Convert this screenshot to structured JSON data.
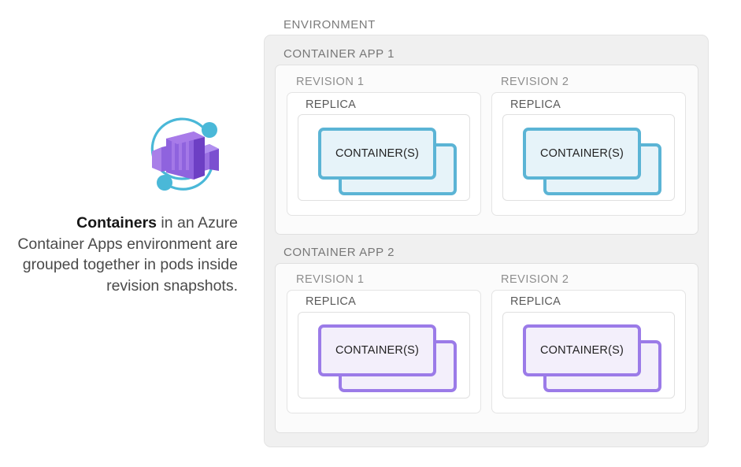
{
  "colors": {
    "cyan_border": "#5bb4d5",
    "cyan_fill": "#e6f3f9",
    "purple_border": "#9b7be8",
    "purple_fill": "#f3effb",
    "environment_fill": "#f0f0f0",
    "label_gray": "#7b7b7b",
    "caption_gray": "#4a4a4a"
  },
  "logo": {
    "name": "azure-container-apps-logo",
    "ring_color": "#4ab8d8",
    "box_color": "#8c5fd8",
    "dot_color": "#4ab8d8"
  },
  "caption": {
    "bold_lead": "Containers",
    "rest": " in an Azure Container Apps environment are grouped together in pods inside revision snapshots."
  },
  "diagram": {
    "environment_label": "ENVIRONMENT",
    "apps": [
      {
        "label": "CONTAINER APP 1",
        "accent": "cyan",
        "revisions": [
          {
            "label": "REVISION 1",
            "replica_label": "REPLICA",
            "container_label": "CONTAINER(S)"
          },
          {
            "label": "REVISION 2",
            "replica_label": "REPLICA",
            "container_label": "CONTAINER(S)"
          }
        ]
      },
      {
        "label": "CONTAINER APP 2",
        "accent": "purple",
        "revisions": [
          {
            "label": "REVISION 1",
            "replica_label": "REPLICA",
            "container_label": "CONTAINER(S)"
          },
          {
            "label": "REVISION 2",
            "replica_label": "REPLICA",
            "container_label": "CONTAINER(S)"
          }
        ]
      }
    ]
  }
}
